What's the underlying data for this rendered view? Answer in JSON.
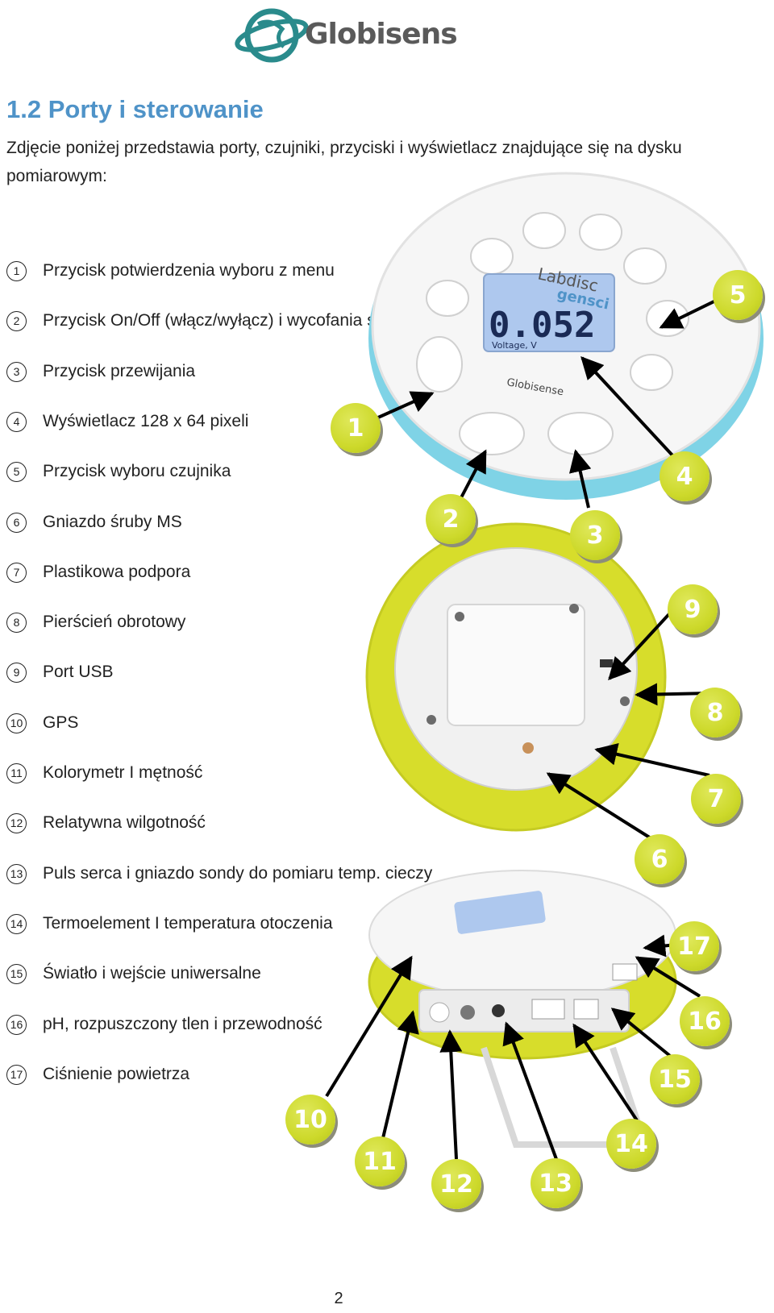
{
  "header": {
    "logo_text": "Globisens"
  },
  "section": {
    "title": "1.2 Porty i sterowanie",
    "intro": "Zdjęcie poniżej przedstawia porty, czujniki, przyciski i wyświetlacz znajdujące się na dysku pomiarowym:"
  },
  "legend": [
    {
      "num": "1",
      "label": "Przycisk potwierdzenia wyboru z menu"
    },
    {
      "num": "2",
      "label": "Przycisk On/Off (włącz/wyłącz) i wycofania się"
    },
    {
      "num": "3",
      "label": "Przycisk przewijania"
    },
    {
      "num": "4",
      "label": "Wyświetlacz 128 x 64 pixeli"
    },
    {
      "num": "5",
      "label": "Przycisk wyboru czujnika"
    },
    {
      "num": "6",
      "label": "Gniazdo śruby MS"
    },
    {
      "num": "7",
      "label": "Plastikowa podpora"
    },
    {
      "num": "8",
      "label": "Pierścień obrotowy"
    },
    {
      "num": "9",
      "label": "Port USB"
    },
    {
      "num": "10",
      "label": "GPS"
    },
    {
      "num": "11",
      "label": "Kolorymetr I mętność"
    },
    {
      "num": "12",
      "label": "Relatywna wilgotność"
    },
    {
      "num": "13",
      "label": "Puls serca i gniazdo sondy do pomiaru temp. cieczy"
    },
    {
      "num": "14",
      "label": "Termoelement I temperatura otoczenia"
    },
    {
      "num": "15",
      "label": "Światło i wejście uniwersalne"
    },
    {
      "num": "16",
      "label": "pH, rozpuszczony tlen i przewodność"
    },
    {
      "num": "17",
      "label": "Ciśnienie powietrza"
    }
  ],
  "device_top": {
    "brand": "Labdisc",
    "model": "gensci",
    "display_value": "0.052",
    "display_caption": "Voltage, V",
    "maker": "Globisense"
  },
  "callouts": [
    "1",
    "2",
    "3",
    "4",
    "5",
    "6",
    "7",
    "8",
    "9",
    "10",
    "11",
    "12",
    "13",
    "14",
    "15",
    "16",
    "17"
  ],
  "colors": {
    "title": "#4f93c8",
    "badge": "#cdd92b",
    "ring_yellow": "#d7dd2b",
    "base_cyan": "#7fd3e6",
    "lcd": "#aec8ee"
  },
  "page_number": "2"
}
